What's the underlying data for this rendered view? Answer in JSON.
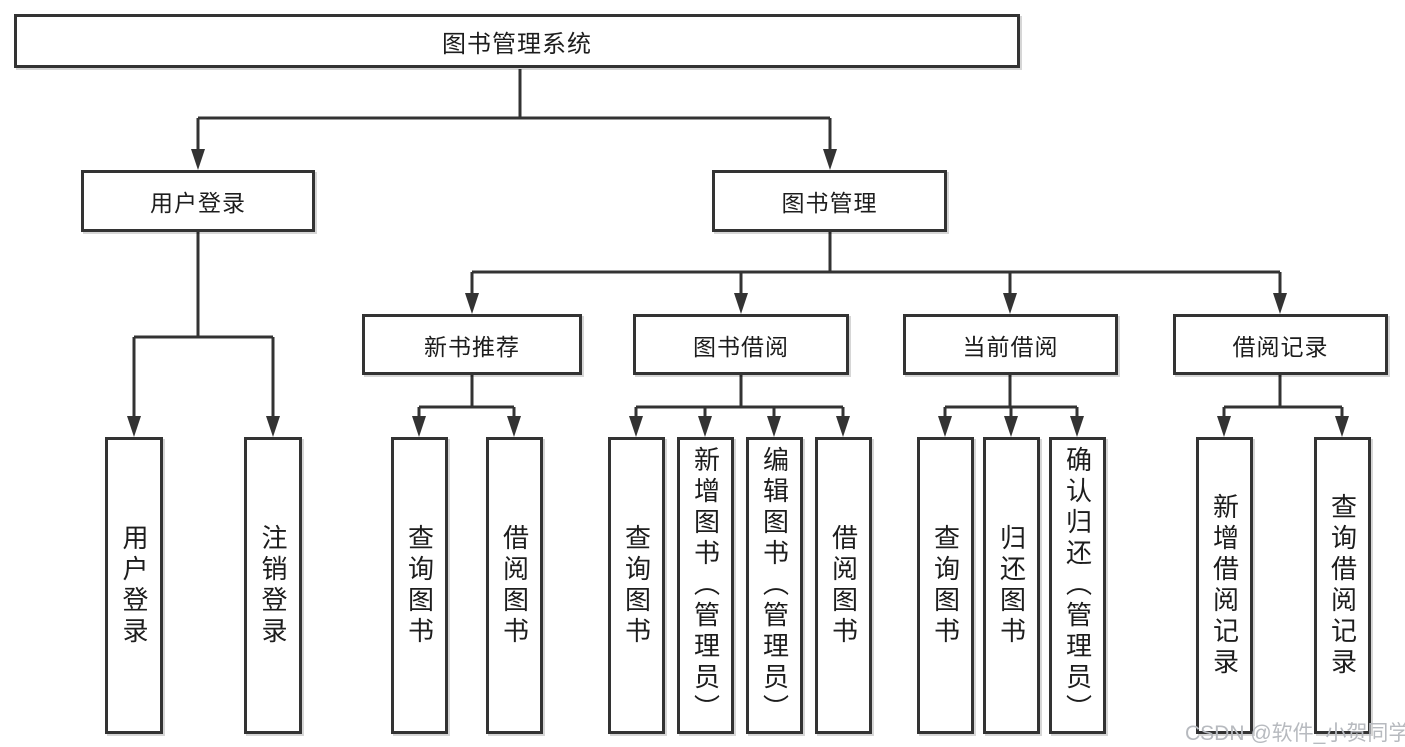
{
  "diagram": {
    "title": "图书管理系统",
    "branches": [
      {
        "label": "用户登录",
        "children": [
          {
            "label": "用户登录"
          },
          {
            "label": "注销登录"
          }
        ]
      },
      {
        "label": "图书管理",
        "children": [
          {
            "label": "新书推荐",
            "children": [
              {
                "label": "查询图书"
              },
              {
                "label": "借阅图书"
              }
            ]
          },
          {
            "label": "图书借阅",
            "children": [
              {
                "label": "查询图书"
              },
              {
                "label": "新增图书（管理员）"
              },
              {
                "label": "编辑图书（管理员）"
              },
              {
                "label": "借阅图书"
              }
            ]
          },
          {
            "label": "当前借阅",
            "children": [
              {
                "label": "查询图书"
              },
              {
                "label": "归还图书"
              },
              {
                "label": "确认归还（管理员）"
              }
            ]
          },
          {
            "label": "借阅记录",
            "children": [
              {
                "label": "新增借阅记录"
              },
              {
                "label": "查询借阅记录"
              }
            ]
          }
        ]
      }
    ]
  },
  "watermark": "CSDN @软件_小贺同学",
  "colors": {
    "line": "#333333",
    "box_border": "#333333",
    "text": "#1d1d1d",
    "watermark": "#b7babf"
  }
}
